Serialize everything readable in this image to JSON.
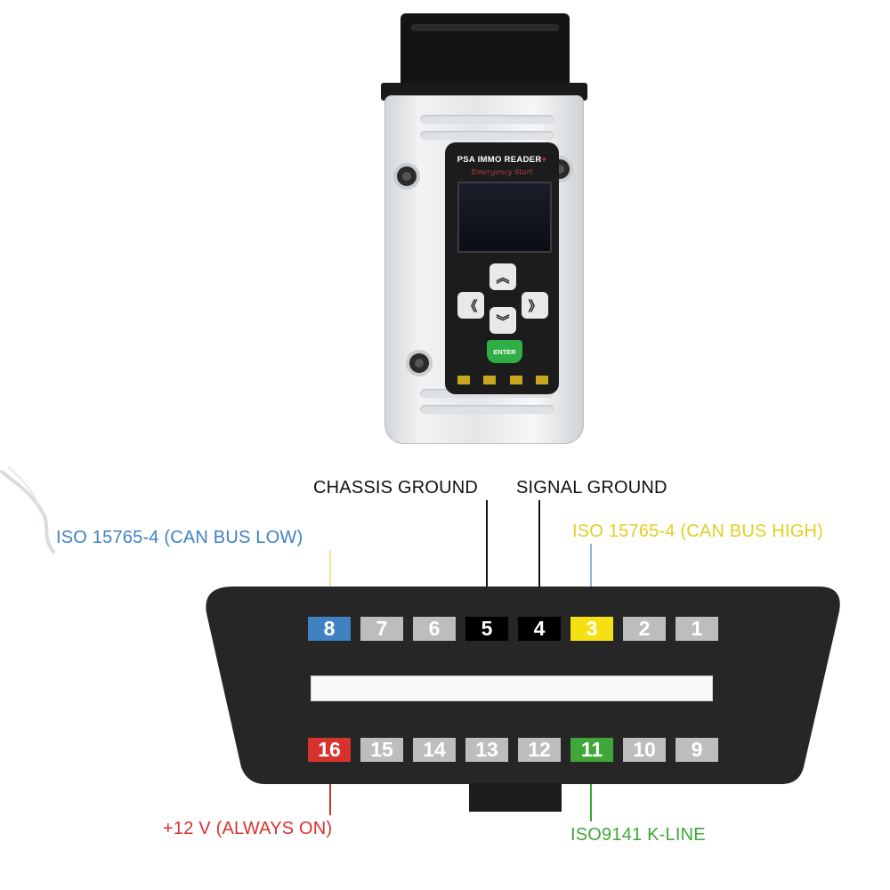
{
  "device": {
    "brand": "PSA IMMO READER",
    "brand_plus": "+",
    "brand_script": "Emergency Start",
    "keys": {
      "up": "︽",
      "left": "《",
      "right": "》",
      "down": "︾",
      "enter": "ENTER"
    },
    "icons": [
      "up-chevron-icon",
      "left-chevron-icon",
      "right-chevron-icon",
      "down-chevron-icon"
    ]
  },
  "labels": {
    "chassis_ground": {
      "text": "CHASSIS GROUND",
      "color": "#111111",
      "pin": "5"
    },
    "signal_ground": {
      "text": "SIGNAL GROUND",
      "color": "#111111",
      "pin": "4"
    },
    "can_low": {
      "text": "ISO 15765-4 (CAN BUS LOW)",
      "color": "#3f82c2",
      "pin": "8"
    },
    "can_high": {
      "text": "ISO 15765-4 (CAN BUS HIGH)",
      "color": "#e2cf22",
      "pin": "3"
    },
    "power": {
      "text": "+12 V (ALWAYS ON)",
      "color": "#d6322e",
      "pin": "16"
    },
    "k_line": {
      "text": "ISO9141 K-LINE",
      "color": "#3fa637",
      "pin": "11"
    }
  },
  "pins": {
    "top": [
      {
        "num": "8",
        "color": "#3f82c2"
      },
      {
        "num": "7",
        "color": "#bdbdbd"
      },
      {
        "num": "6",
        "color": "#bdbdbd"
      },
      {
        "num": "5",
        "color": "#000000"
      },
      {
        "num": "4",
        "color": "#000000"
      },
      {
        "num": "3",
        "color": "#f5e014"
      },
      {
        "num": "2",
        "color": "#bdbdbd"
      },
      {
        "num": "1",
        "color": "#bdbdbd"
      }
    ],
    "bottom": [
      {
        "num": "16",
        "color": "#d6322e"
      },
      {
        "num": "15",
        "color": "#bdbdbd"
      },
      {
        "num": "14",
        "color": "#bdbdbd"
      },
      {
        "num": "13",
        "color": "#bdbdbd"
      },
      {
        "num": "12",
        "color": "#bdbdbd"
      },
      {
        "num": "11",
        "color": "#3fa637"
      },
      {
        "num": "10",
        "color": "#bdbdbd"
      },
      {
        "num": "9",
        "color": "#bdbdbd"
      }
    ]
  },
  "colors": {
    "connector_body": "#262626",
    "pin_inactive": "#bdbdbd"
  }
}
